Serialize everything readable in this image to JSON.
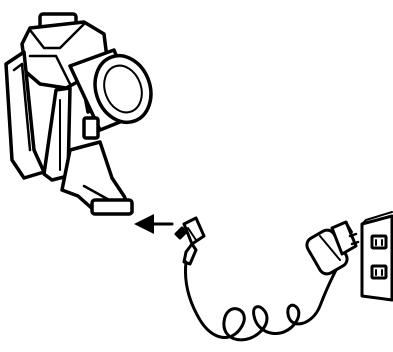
{
  "figure": {
    "type": "line-art instruction diagram",
    "components": [
      {
        "id": "vacuum-body",
        "icon": "handheld-vacuum-icon"
      },
      {
        "id": "charging-direction",
        "icon": "arrow-left-icon"
      },
      {
        "id": "charger-plug",
        "icon": "dc-plug-icon"
      },
      {
        "id": "power-cord",
        "icon": "coiled-cable-icon"
      },
      {
        "id": "power-adapter",
        "icon": "wall-adapter-icon"
      },
      {
        "id": "wall-outlet",
        "icon": "wall-socket-icon"
      }
    ],
    "colors": {
      "ink": "#000000",
      "paper": "#ffffff"
    }
  }
}
